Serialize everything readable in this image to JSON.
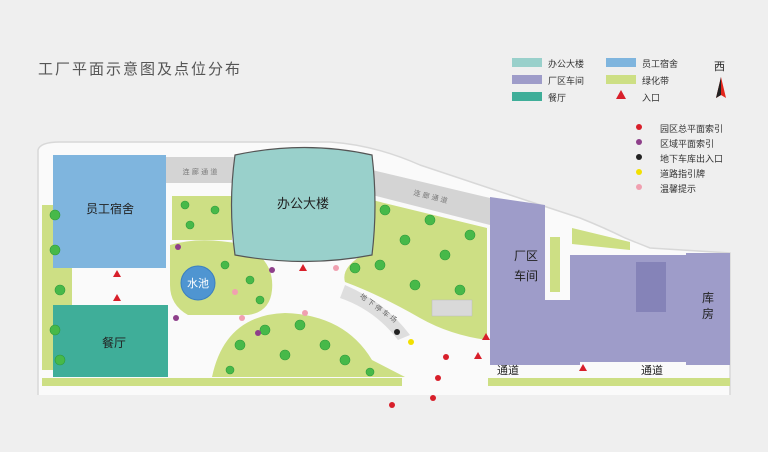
{
  "title": "工厂平面示意图及点位分布",
  "compass": {
    "label": "西"
  },
  "legend": {
    "areas": [
      {
        "label": "办公大楼",
        "color": "#99d0cb"
      },
      {
        "label": "员工宿舍",
        "color": "#7fb5de"
      },
      {
        "label": "厂区车间",
        "color": "#9e9cc9"
      },
      {
        "label": "绿化带",
        "color": "#cddf84"
      },
      {
        "label": "餐厅",
        "color": "#3fae99"
      },
      {
        "label": "入口",
        "color": "#d81f2a"
      }
    ],
    "points": [
      {
        "label": "园区总平面索引",
        "color": "#d81f2a"
      },
      {
        "label": "区域平面索引",
        "color": "#8e3f8a"
      },
      {
        "label": "地下车库出入口",
        "color": "#222222"
      },
      {
        "label": "道路指引牌",
        "color": "#f2e000"
      },
      {
        "label": "温馨提示",
        "color": "#f0a0b0"
      }
    ]
  },
  "map": {
    "office": "办公大楼",
    "dorm": "员工宿舍",
    "canteen": "餐厅",
    "pool": "水池",
    "workshop": [
      "厂区",
      "车间"
    ],
    "warehouse": [
      "库",
      "房"
    ],
    "corridor1": "连 廊 通 道",
    "corridor2": "连 廊 通 道",
    "garage": "地 下 停 车 场",
    "road1": "通道",
    "road2": "通道"
  }
}
